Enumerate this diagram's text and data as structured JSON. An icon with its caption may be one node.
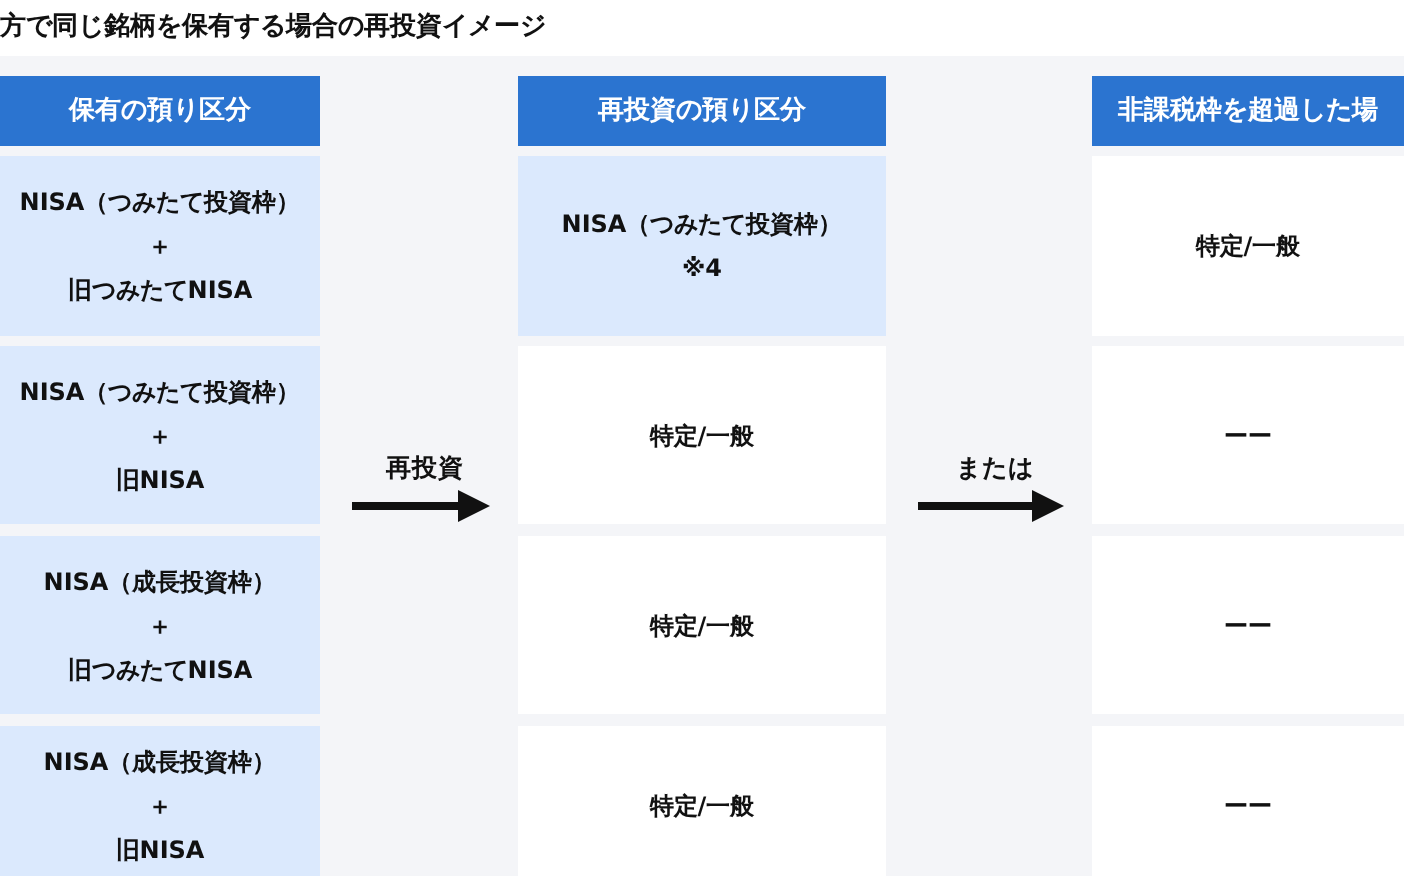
{
  "diagram": {
    "title": "方で同じ銘柄を保有する場合の再投資イメージ",
    "nodes": [
      {
        "text": [
          "保有の預り区分"
        ]
      },
      {
        "text": [
          "再投資の預り区分"
        ]
      },
      {
        "text": [
          "非課税枠を超過した場"
        ]
      },
      {
        "text": [
          "NISA（つみたて投資枠）",
          "＋",
          "旧つみたてNISA"
        ]
      },
      {
        "text": [
          "NISA（つみたて投資枠）",
          "※4"
        ]
      },
      {
        "text": [
          "特定/一般"
        ]
      },
      {
        "text": [
          "NISA（つみたて投資枠）",
          "＋",
          "旧NISA"
        ]
      },
      {
        "text": [
          "特定/一般"
        ]
      },
      {
        "text": [
          "ーー"
        ]
      },
      {
        "text": [
          "NISA（成長投資枠）",
          "＋",
          "旧つみたてNISA"
        ]
      },
      {
        "text": [
          "特定/一般"
        ]
      },
      {
        "text": [
          "ーー"
        ]
      },
      {
        "text": [
          "NISA（成長投資枠）",
          "＋",
          "旧NISA"
        ]
      },
      {
        "text": [
          "特定/一般"
        ]
      },
      {
        "text": [
          "ーー"
        ]
      }
    ],
    "edges": [
      {
        "from": 6,
        "to": 7,
        "arrow": "to",
        "label": "再投資"
      },
      {
        "from": 7,
        "to": 8,
        "arrow": "to",
        "label": "または"
      }
    ]
  }
}
